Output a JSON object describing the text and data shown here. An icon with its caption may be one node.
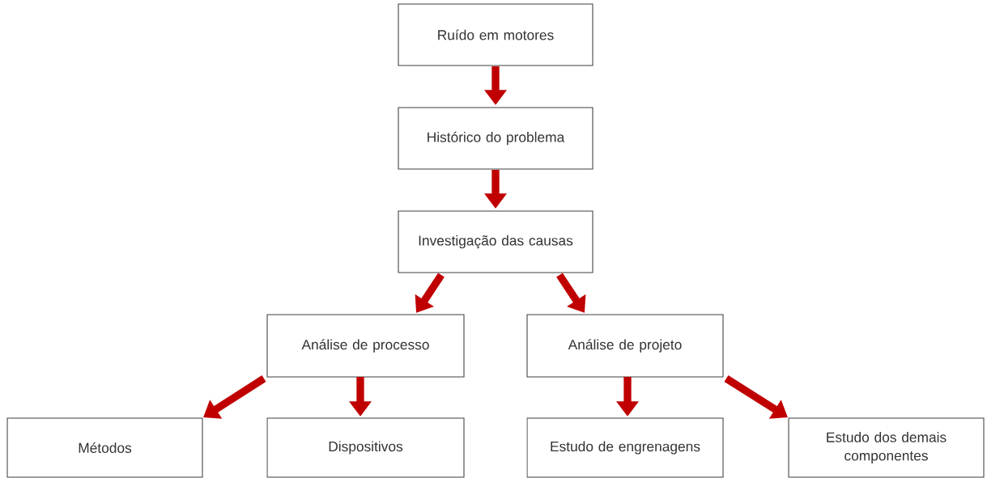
{
  "diagram": {
    "nodes": [
      {
        "text": [
          "Ruído em motores"
        ]
      },
      {
        "text": [
          "Histórico do problema"
        ]
      },
      {
        "text": [
          "Investigação das causas"
        ]
      },
      {
        "text": [
          "Análise de  processo"
        ]
      },
      {
        "text": [
          "Análise de projeto"
        ]
      },
      {
        "text": [
          "Métodos"
        ]
      },
      {
        "text": [
          "Dispositivos"
        ]
      },
      {
        "text": [
          "Estudo de engrenagens"
        ]
      },
      {
        "text": [
          "Estudo dos demais componentes"
        ]
      }
    ],
    "edges": [
      {
        "from": 0,
        "to": 1,
        "arrow": "to"
      },
      {
        "from": 1,
        "to": 2,
        "arrow": "to"
      },
      {
        "from": 2,
        "to": 3,
        "arrow": "to"
      },
      {
        "from": 2,
        "to": 4,
        "arrow": "to"
      },
      {
        "from": 3,
        "to": 5,
        "arrow": "to"
      },
      {
        "from": 3,
        "to": 6,
        "arrow": "to"
      },
      {
        "from": 4,
        "to": 7,
        "arrow": "to"
      },
      {
        "from": 4,
        "to": 8,
        "arrow": "to"
      }
    ]
  }
}
